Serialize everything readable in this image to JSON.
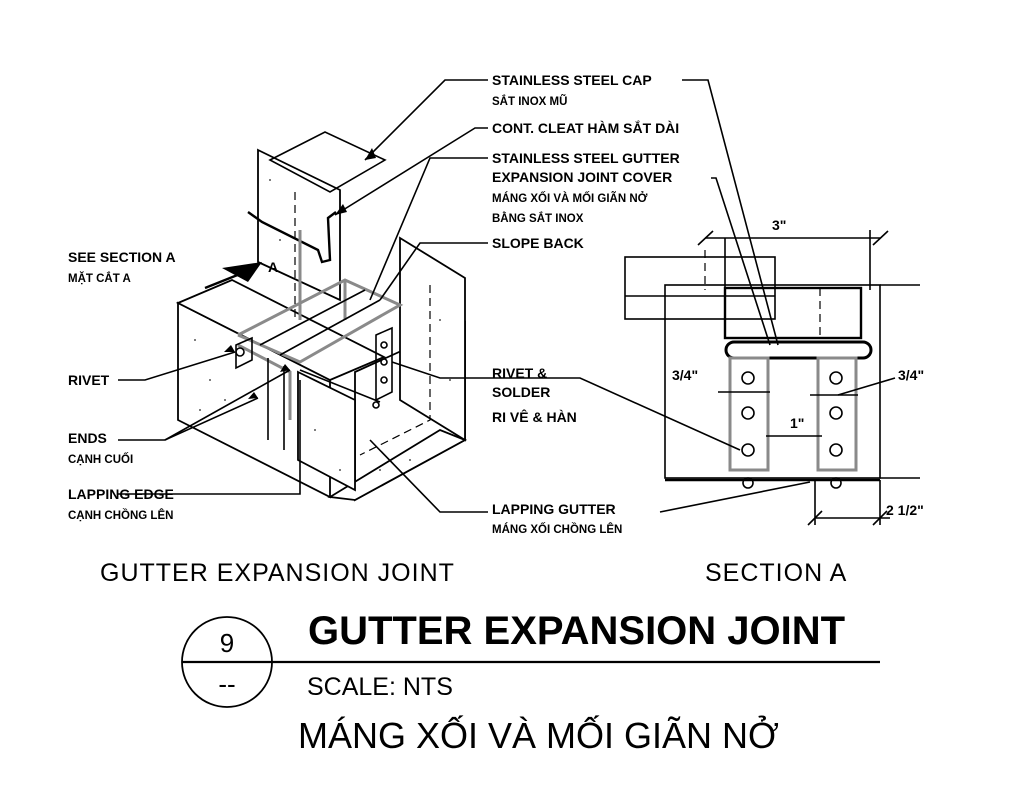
{
  "callouts": {
    "stainless_cap": "STAINLESS STEEL CAP",
    "stainless_cap_vn": "SẮT INOX MŨ",
    "cont_cleat": "CONT. CLEAT HÀM SẮT DÀI",
    "gutter_cover_1": "STAINLESS STEEL GUTTER",
    "gutter_cover_2": "EXPANSION JOINT COVER",
    "gutter_cover_vn_1": "MÁNG XỐI VÀ MỐI GIÃN NỞ",
    "gutter_cover_vn_2": "BẰNG SẮT INOX",
    "slope_back": "SLOPE BACK",
    "see_section": "SEE SECTION A",
    "see_section_vn": "MẶT CẮT A",
    "section_marker": "A",
    "rivet": "RIVET",
    "ends": "ENDS",
    "ends_vn": "CẠNH CUỐI",
    "lapping_edge": "LAPPING EDGE",
    "lapping_edge_vn": "CẠNH CHỒNG LÊN",
    "rivet_solder_1": "RIVET &",
    "rivet_solder_2": "SOLDER",
    "rivet_solder_vn": "RI VÊ & HÀN",
    "lapping_gutter": "LAPPING GUTTER",
    "lapping_gutter_vn": "MÁNG XỐI CHỒNG LÊN"
  },
  "dimensions": {
    "top_width": "3\"",
    "left_edge": "3/4\"",
    "right_edge": "3/4\"",
    "gap": "1\"",
    "bottom": "2 1/2\""
  },
  "captions": {
    "left": "GUTTER EXPANSION JOINT",
    "right": "SECTION A"
  },
  "title_block": {
    "detail_number": "9",
    "sheet_ref": "--",
    "title": "GUTTER EXPANSION JOINT",
    "scale": "SCALE: NTS",
    "vietnamese_title": "MÁNG XỐI VÀ MỐI GIÃN NỞ"
  }
}
